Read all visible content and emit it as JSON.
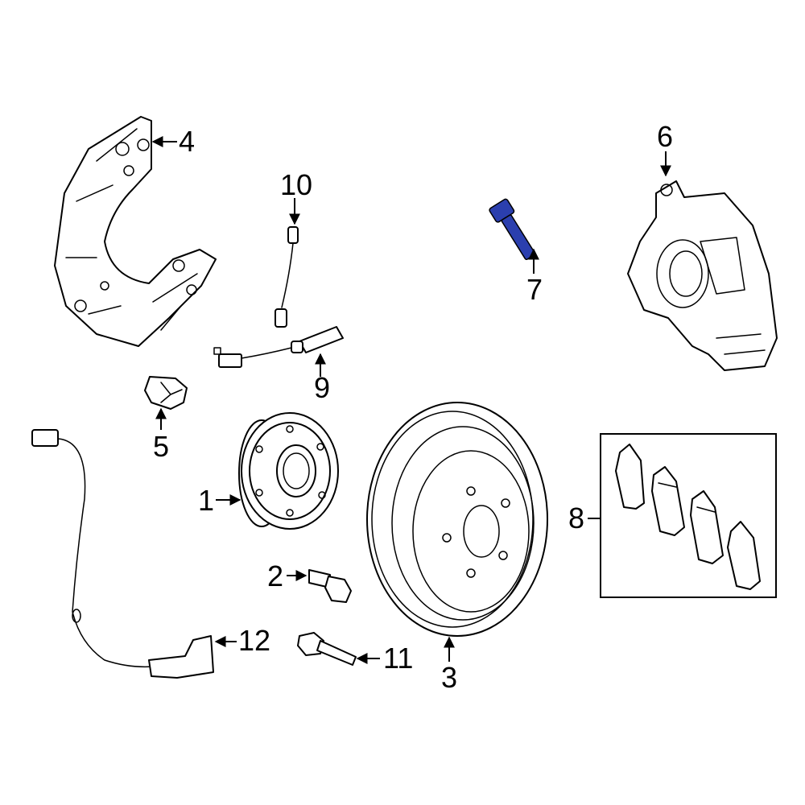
{
  "colors": {
    "background": "#ffffff",
    "line": "#000000",
    "highlight": "#2B3FAE"
  },
  "highlighted_part": "7",
  "callouts": {
    "c1": "1",
    "c2": "2",
    "c3": "3",
    "c4": "4",
    "c5": "5",
    "c6": "6",
    "c7": "7",
    "c8": "8",
    "c9": "9",
    "c10": "10",
    "c11": "11",
    "c12": "12"
  }
}
